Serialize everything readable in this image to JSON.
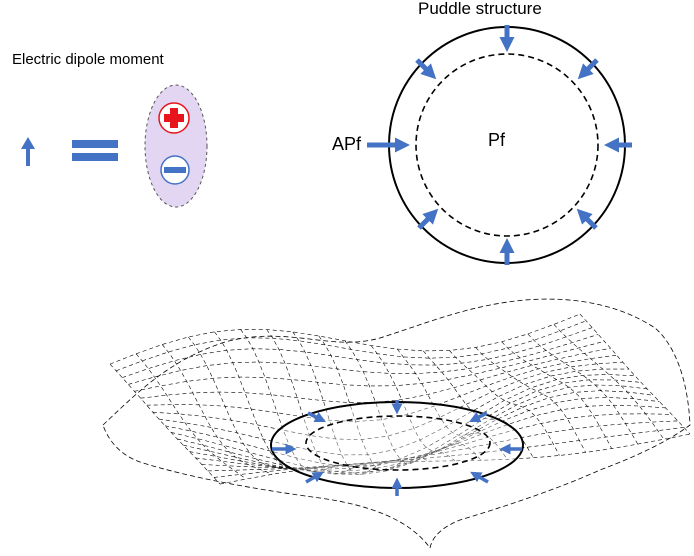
{
  "dipole": {
    "title": "Electric dipole moment",
    "plus_symbol": "+",
    "minus_symbol": "−"
  },
  "puddle": {
    "title": "Puddle structure",
    "outer_label": "APf",
    "inner_label": "Pf"
  },
  "colors": {
    "arrow": "#4472c4",
    "ellipse_fill": "#e3d6f3",
    "plus_red": "#e8141c",
    "mesh": "#000000"
  },
  "icons": {
    "dipole_arrow": "up-arrow-icon",
    "equals": "equals-icon",
    "positive_charge": "plus-charge-icon",
    "negative_charge": "minus-charge-icon"
  }
}
